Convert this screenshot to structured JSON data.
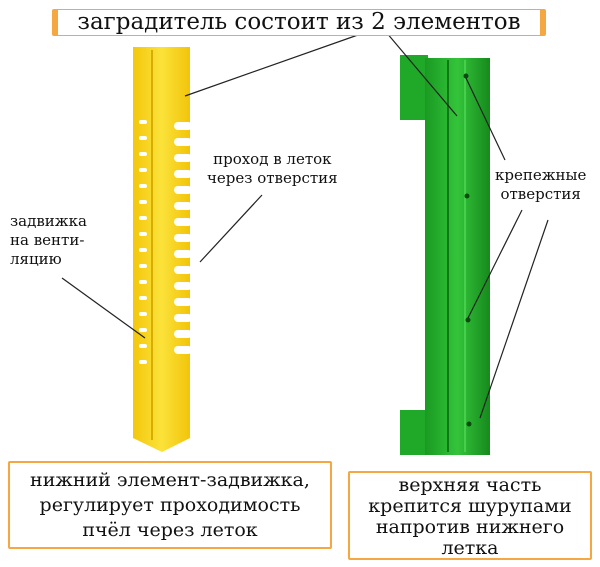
{
  "title": "заградитель состоит из 2 элементов",
  "labels": {
    "passage": [
      "проход в леток",
      "через отверстия"
    ],
    "latch": [
      "задвижка",
      "на венти-",
      "ляцию"
    ],
    "mount_holes": [
      "крепежные",
      "отверстия"
    ]
  },
  "captions": {
    "lower": [
      "нижний элемент-задвижка,",
      "регулирует проходимость",
      "пчёл через леток"
    ],
    "upper": [
      "верхняя часть",
      "крепится шурупами",
      "напротив нижнего",
      "летка"
    ]
  },
  "colors": {
    "accent": "#f5a742",
    "yellow": "#f7d51a",
    "green": "#22b02a"
  }
}
